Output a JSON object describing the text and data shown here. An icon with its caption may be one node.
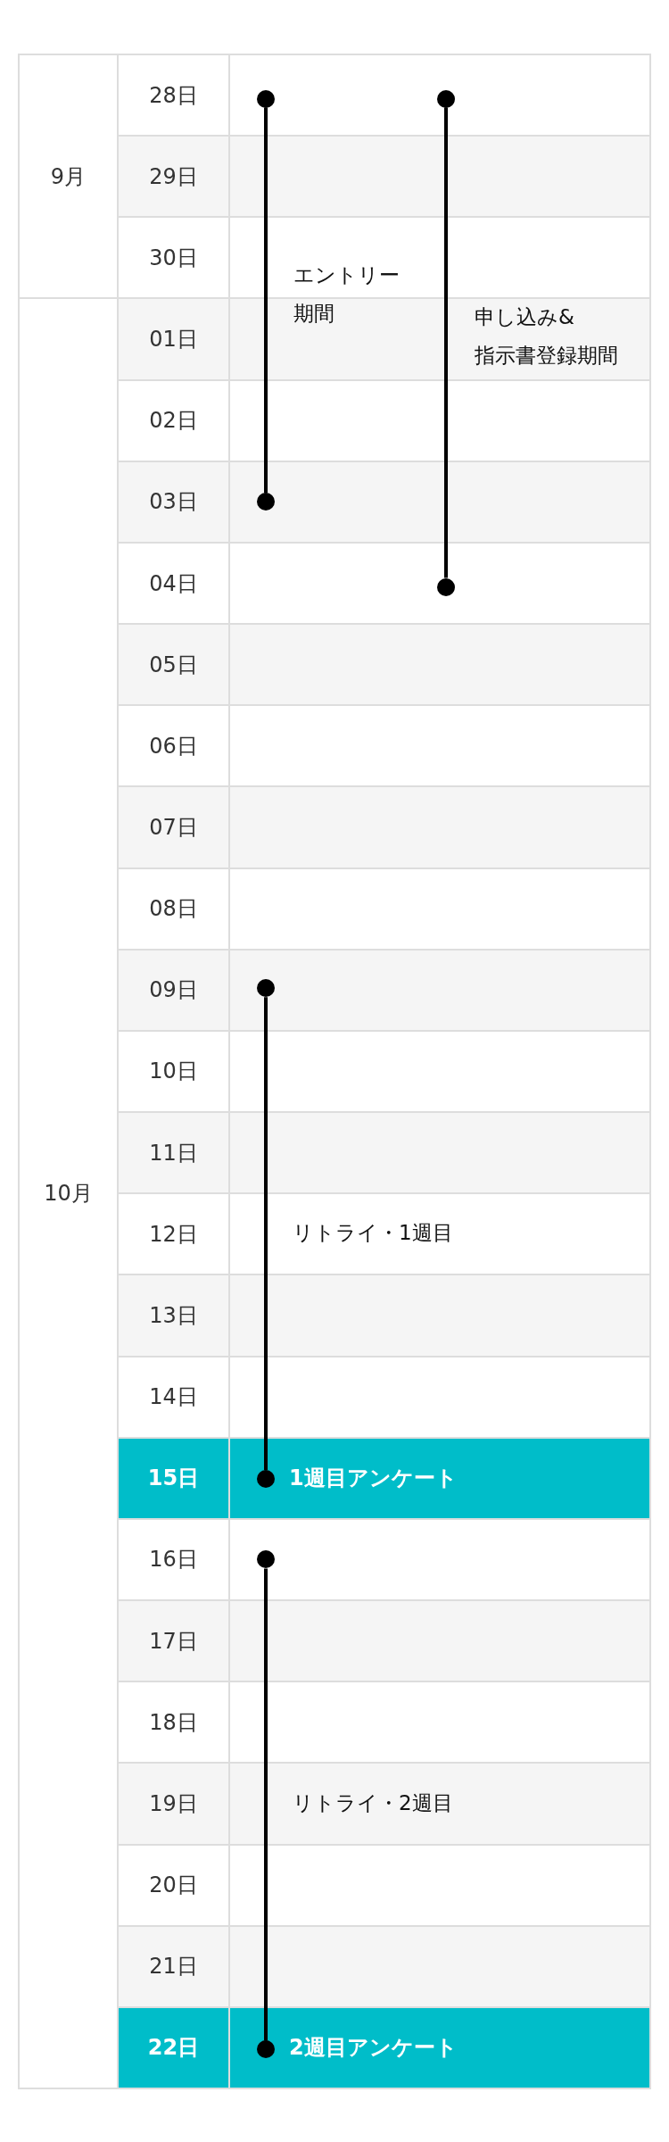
{
  "diagram": {
    "nodes": [
      {
        "text": [],
        "shape": "circle"
      },
      {
        "text": [],
        "shape": "circle"
      },
      {
        "text": [],
        "shape": "circle"
      },
      {
        "text": [],
        "shape": "circle"
      },
      {
        "text": [],
        "shape": "circle"
      },
      {
        "text": [],
        "shape": "circle"
      },
      {
        "text": [],
        "shape": "circle"
      },
      {
        "text": [],
        "shape": "circle"
      }
    ],
    "edges": [
      {
        "from": 0,
        "to": 2,
        "arrow": "none",
        "label": "エントリー期間"
      },
      {
        "from": 1,
        "to": 3,
        "arrow": "none",
        "label": "申し込み&指示書登録期間"
      },
      {
        "from": 4,
        "to": 5,
        "arrow": "none",
        "label": "リトライ・1週目"
      },
      {
        "from": 6,
        "to": 7,
        "arrow": "none",
        "label": "リトライ・2週目"
      }
    ],
    "labels": [
      "9月",
      "28日",
      "29日",
      "30日",
      "10月",
      "01日",
      "02日",
      "03日",
      "04日",
      "05日",
      "06日",
      "07日",
      "08日",
      "09日",
      "10日",
      "11日",
      "12日",
      "13日",
      "14日",
      "15日",
      "1週目アンケート",
      "16日",
      "17日",
      "18日",
      "19日",
      "20日",
      "21日",
      "22日",
      "2週目アンケート"
    ]
  }
}
